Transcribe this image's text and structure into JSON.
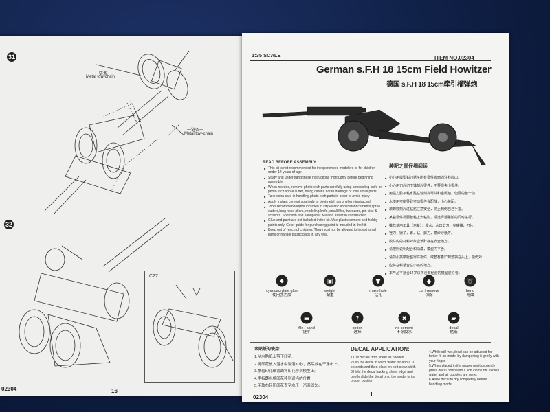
{
  "left_page": {
    "step31": "31",
    "step32": "32",
    "label_chain_cn_1": "一链条一",
    "label_chain_1": "Metal tow-chain",
    "label_chain_cn_2": "一链条一",
    "label_chain_2": "Metal tow-chain",
    "part_ref": "C27",
    "footer_code": "02304",
    "page_number": "16"
  },
  "right_page": {
    "scale": "1:35 SCALE",
    "item_no": "ITEM NO.02304",
    "title_en": "German s.F.H 18 15cm Field Howitzer",
    "title_cn": "德国 s.F.H 18 15cm牵引榴弹炮",
    "read_before_heading": "READ BEFORE ASSEMBLY",
    "read_before_items": [
      "This kit is not recommended for inexperienced modelers or for children under 14 years of age",
      "Study and understand these instructions thoroughly before beginning assembly.",
      "When needed, remove photo-etch parts carefully using a modeling knife or photo etch sprue cutter, being careful not to damage or lose small parts.",
      "Take extra care in handling photo etch parts in order to avoid injury",
      "Apply instant cement sparingly to photo etch parts where instructed",
      "Tools recommended(not included in kit):Plastic and instant cements,sprue cutters,long nose pliers,,modeling knife, small files, tweezers, pin vise & scissors. Soft cloth and sandpaper will also assist in construction",
      "Glue and paint are not included in the kit. Use plastic cement and hobby paints only. Color guide for purchasing paint is included in the kit.",
      "Keep out of reach of children. They must not be allowed to ingest small parts or handle plastic bags in any way."
    ],
    "cn_heading": "装配之前仔细阅读",
    "cn_items": [
      "小心用模型钳刀锯平所有零件表面的注料痕口。",
      "小心用刀片切下蚀刻片零件，不要遗失小零件。",
      "用强力胶平粘水贴在蚀刻片零件和金属轴，但要的胶干前",
      "水漆用可能导致可动零件会配散，小心装配。",
      "歌到蚀刻片过粘贴注意安全，防止刺伤自己手指。",
      "某些零件需要胶粘上去粘附，请选择适量胶的同时进行。",
      "推荐使用工具（自备）：胶水，水口剪刀，尖嘴钳，刀片，",
      "锉刀，镊子，锥，钻，剪刀，磨砂砂纸等。",
      "模件内的材料对象应该贮存在安全地方。",
      "请按照说明配合和油漆，模型内不含。",
      "请勿小孩吸吮整零件零件，或套有着贮到套袋在头上，能伤对",
      "应将在料适合在小孩的地方。",
      "本产品不适合14岁以下没有经验的模型爱好者。"
    ],
    "icons": [
      {
        "en": "cyanoacrylate glue",
        "cn": "使用强力胶"
      },
      {
        "en": "weight",
        "cn": "配重"
      },
      {
        "en": "make hole",
        "cn": "钻孔"
      },
      {
        "en": "cut / remove",
        "cn": "切除"
      },
      {
        "en": "bend",
        "cn": "弯曲"
      },
      {
        "en": "file / sand",
        "cn": "锉平"
      },
      {
        "en": "option",
        "cn": "选择"
      },
      {
        "en": "no cement",
        "cn": "不涂胶水"
      },
      {
        "en": "decal",
        "cn": "贴纸"
      }
    ],
    "water_decal_cn_heading": "水贴纸的使用:",
    "water_decal_cn_items": [
      "1.从水贴纸上剪下印花;",
      "2.将印花放入温水中浸泡10秒，然后放在干净布上。",
      "3.拿着印花纸背面将印花移到模型上;",
      "4.手指蘸水将印花移到适当的位置;",
      "5.用软布轻压印花直至水干，汽泡消失。"
    ],
    "decal_heading": "DECAL APPLICATION:",
    "decal_items_left": [
      "1.Cut decals from sheet as needed",
      "2.Dip the decal in warm water for about 10 seconds and then place on soft clean cloth",
      "3.Hold the decal backing sheet edge and gently slide the decal onto the model in its proper position"
    ],
    "decal_items_right": [
      "4.While still wet,decal can be adjusted for better fit on model by dampening it gently with your finger",
      "5.When placed in the proper position,gently press decal down with a soft cloth until excess water and air bubbles are gone.",
      "6.Allow decal to dry completely before handling model"
    ],
    "footer_code": "02304",
    "page_number": "1"
  }
}
